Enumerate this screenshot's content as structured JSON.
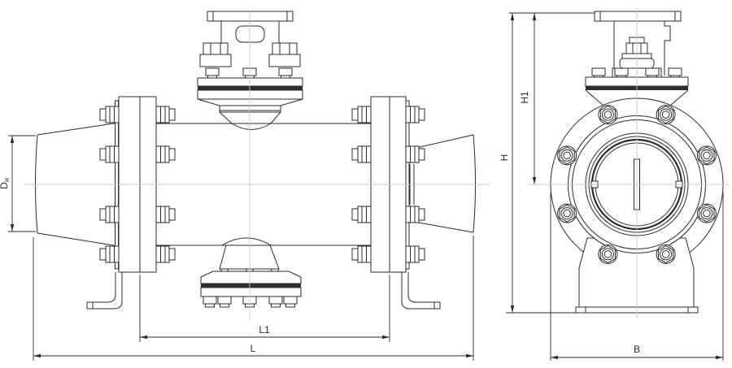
{
  "drawing": {
    "description": "Two-view technical drawing of a flanged valve"
  },
  "dimensions": {
    "dn_main": "D",
    "dn_sub": "н",
    "l1": "L1",
    "l": "L",
    "h": "H",
    "h1": "H1",
    "b": "B"
  },
  "colors": {
    "line": "#2b2b2b",
    "centerline": "#c8c8c8",
    "band": "#2e2e2e",
    "background": "#ffffff"
  }
}
